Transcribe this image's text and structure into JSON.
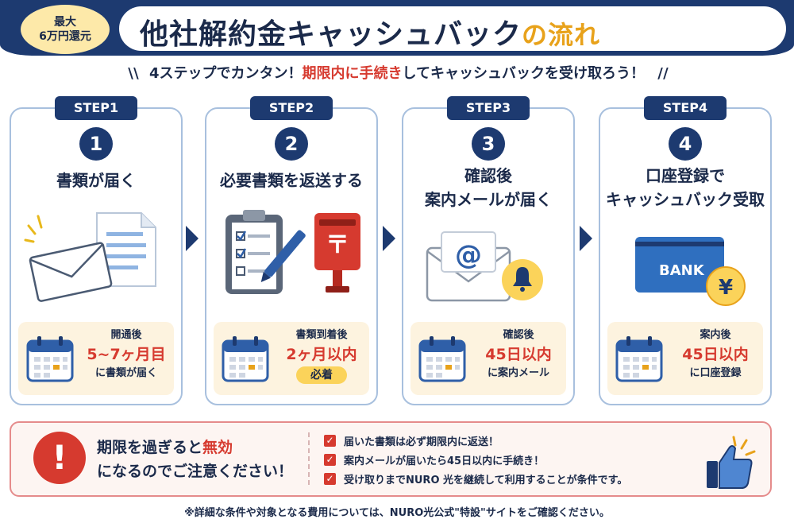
{
  "header": {
    "badge_line1": "最大",
    "badge_line2": "6万円還元",
    "title_main": "他社解約金キャッシュバック",
    "title_accent": "の流れ"
  },
  "subtitle": {
    "part1": "4ステップでカンタン！",
    "highlight": "期限内に手続き",
    "part2": "してキャッシュバックを受け取ろう！"
  },
  "steps": [
    {
      "tag": "STEP1",
      "number": "1",
      "title_line1": "書類が届く",
      "title_line2": "",
      "info_top": "開通後",
      "info_main": "5~7ヶ月目",
      "info_bottom": "に書類が届く",
      "icon": "envelope-document-icon"
    },
    {
      "tag": "STEP2",
      "number": "2",
      "title_line1": "必要書類を返送する",
      "title_line2": "",
      "info_top": "書類到着後",
      "info_main": "2ヶ月以内",
      "info_badge": "必着",
      "icon": "clipboard-mailbox-icon"
    },
    {
      "tag": "STEP3",
      "number": "3",
      "title_line1": "確認後",
      "title_line2": "案内メールが届く",
      "info_top": "確認後",
      "info_main": "45日以内",
      "info_bottom": "に案内メール",
      "icon": "email-bell-icon"
    },
    {
      "tag": "STEP4",
      "number": "4",
      "title_line1": "口座登録で",
      "title_line2": "キャッシュバック受取",
      "info_top": "案内後",
      "info_main": "45日以内",
      "info_bottom": "に口座登録",
      "icon": "bank-card-yen-icon",
      "bank_label": "BANK",
      "yen_label": "¥"
    }
  ],
  "warning": {
    "icon_glyph": "!",
    "line1_pre": "期限を過ぎると",
    "line1_red": "無効",
    "line2": "になるのでご注意ください！",
    "checks": [
      "届いた書類は必ず期限内に返送！",
      "案内メールが届いたら45日以内に手続き！",
      "受け取りまでNURO 光を継続して利用することが条件です。"
    ]
  },
  "footnote": "※詳細な条件や対象となる費用については、NURO光公式\"特設\"サイトをご確認ください。",
  "colors": {
    "navy": "#1d3a70",
    "red": "#d63a2f",
    "gold": "#e8a21b",
    "cream": "#fdf3df",
    "card_border": "#a8c0de"
  }
}
